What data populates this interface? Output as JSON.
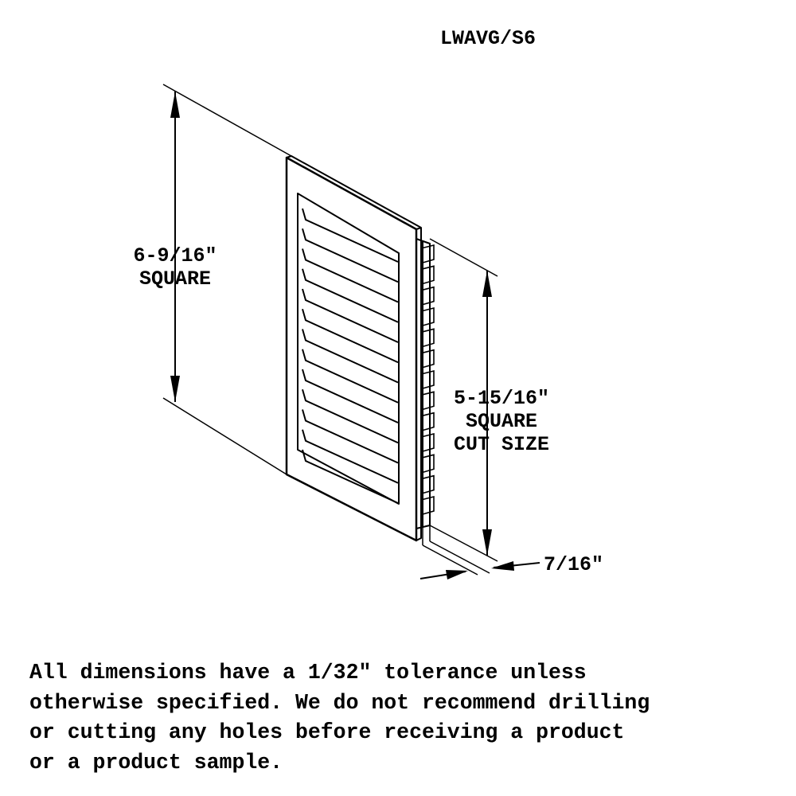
{
  "title": "LWAVG/S6",
  "outer_dimension": {
    "line1": "6-9/16\"",
    "line2": "SQUARE"
  },
  "cut_dimension": {
    "line1": "5-15/16\"",
    "line2": "SQUARE",
    "line3": "CUT SIZE"
  },
  "depth_dimension": "7/16\"",
  "note": "All dimensions have a 1/32\" tolerance unless otherwise specified. We do not recommend drilling or cutting any holes before receiving a product or a product sample.",
  "colors": {
    "line": "#000000",
    "background": "#ffffff"
  },
  "louver_count": 13
}
